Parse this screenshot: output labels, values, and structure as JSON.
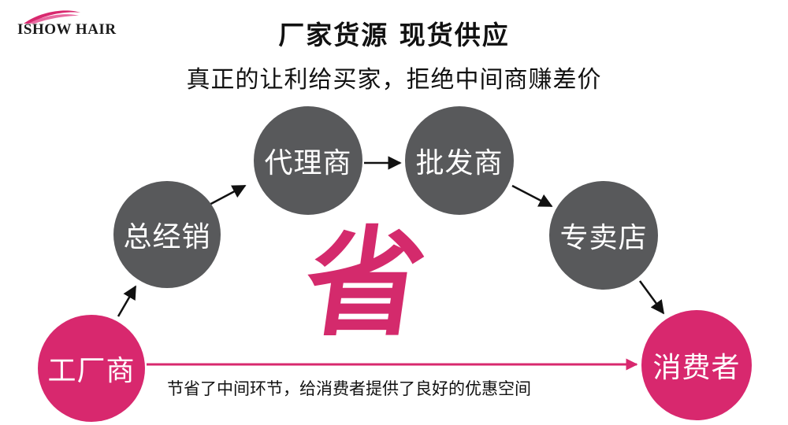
{
  "brand": {
    "logo_text": "ISHOW HAIR",
    "swoosh_color": "#d8286e"
  },
  "header": {
    "title": "厂家货源  现货供应",
    "subtitle": "真正的让利给买家，拒绝中间商赚差价"
  },
  "diagram": {
    "nodes": {
      "factory": "工厂商",
      "general_distributor": "总经销",
      "agent": "代理商",
      "wholesaler": "批发商",
      "retail_store": "专卖店",
      "consumer": "消费者"
    },
    "center_char": "省",
    "bottom_caption": "节省了中间环节，给消费者提供了良好的优惠空间",
    "colors": {
      "gray_node": "#58595b",
      "pink_node": "#d8286e",
      "arrow": "#111111",
      "pink_arrow": "#d8286e"
    }
  }
}
